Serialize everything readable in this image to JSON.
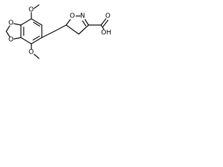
{
  "molecule": {
    "atoms": {
      "o_methoxy_top": "O",
      "o_methoxy_bottom": "O",
      "o_dioxole_top": "O",
      "o_dioxole_bottom": "O",
      "o_ring": "O",
      "n_ring": "N",
      "oh_label": "OH",
      "o_carbonyl": "O"
    }
  }
}
